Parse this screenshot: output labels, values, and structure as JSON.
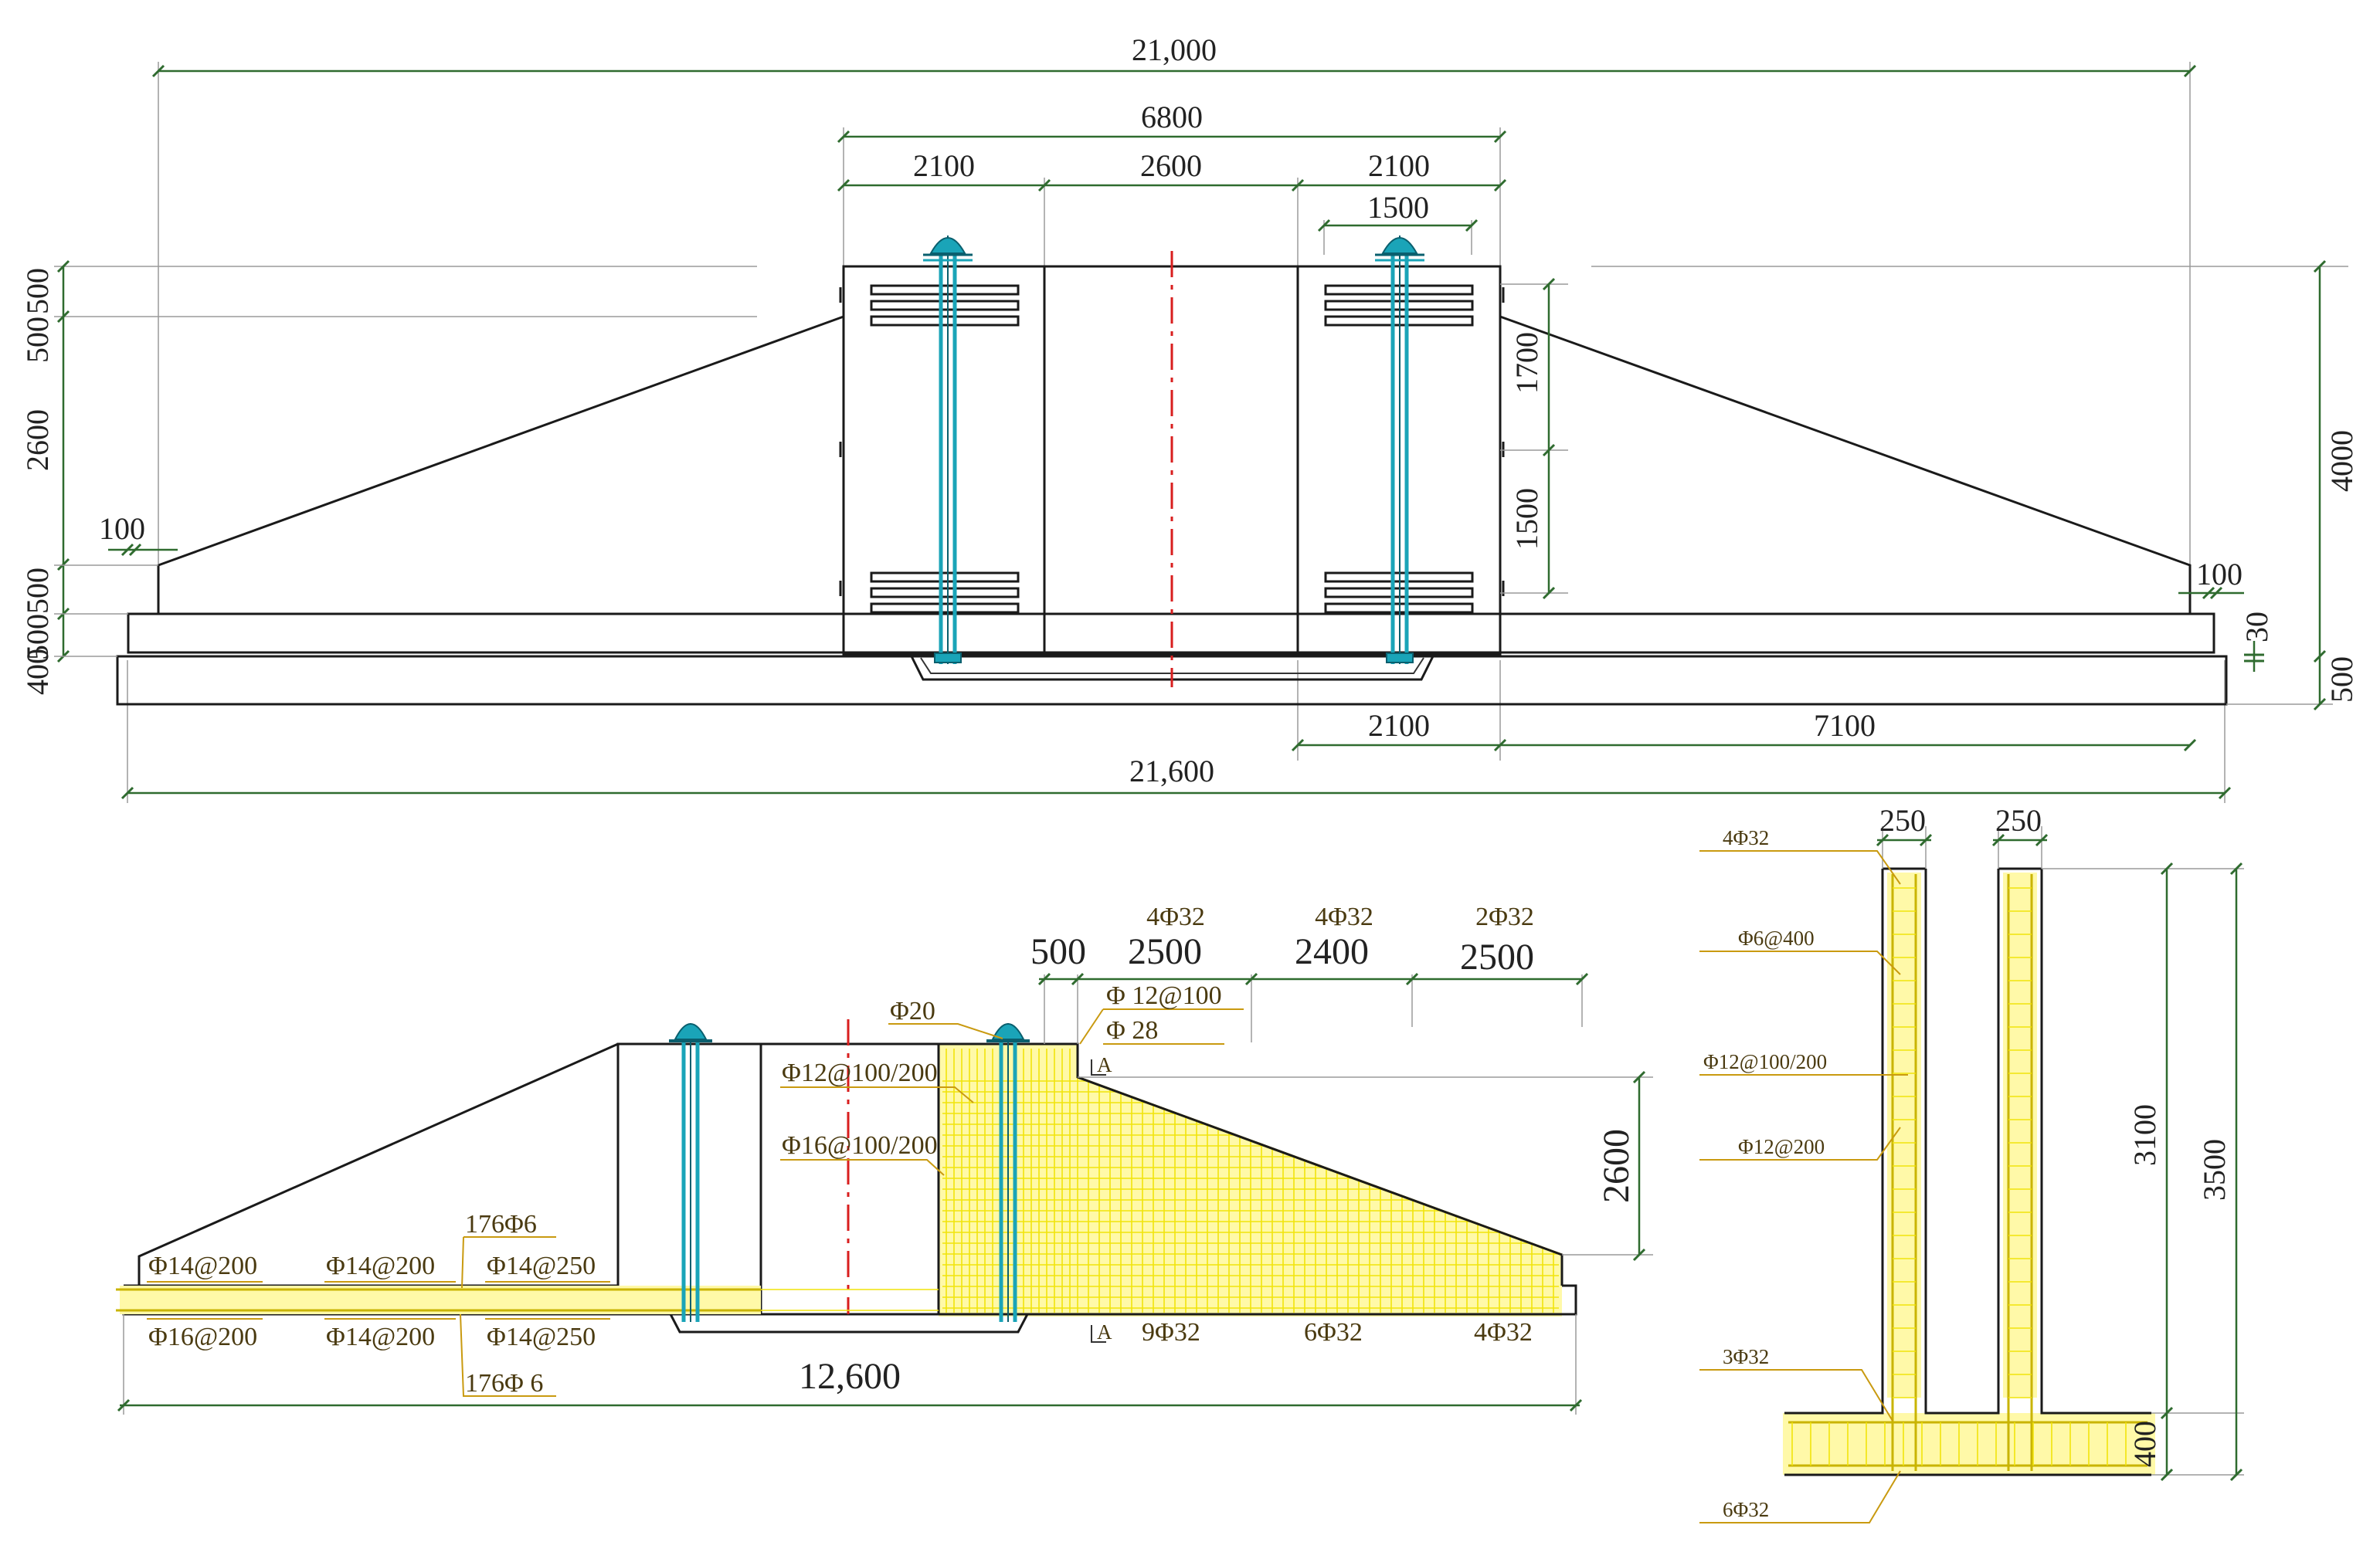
{
  "elevation": {
    "dims": {
      "total_top": "21,000",
      "center_block": "6800",
      "block_left": "2100",
      "block_mid": "2600",
      "block_right": "2100",
      "anchor_span": "1500",
      "left_h_top": "500",
      "left_h_top2": "500",
      "left_h_main": "2600",
      "left_h_500": "500",
      "left_h_500b": "500",
      "left_h_400": "400",
      "right_h_1700": "1700",
      "right_h_1500": "1500",
      "right_h_total": "4000",
      "edge_left": "100",
      "edge_right": "100",
      "right_30": "30",
      "right_500": "500",
      "bottom_2100": "2100",
      "bottom_7100": "7100",
      "total_bottom": "21,600"
    }
  },
  "section": {
    "dims": {
      "total": "12,600",
      "d500": "500",
      "d2500a": "2500",
      "d2400": "2400",
      "d2500b": "2500",
      "h2600": "2600"
    },
    "rebar_labels": {
      "top_4d32_a": "4Φ32",
      "top_4d32_b": "4Φ32",
      "top_2d32": "2Φ32",
      "d20": "Φ20",
      "d12_100": "Φ 12@100",
      "d28": "Φ 28",
      "d12_100_200": "Φ12@100/200",
      "d16_100_200": "Φ16@100/200",
      "d176_6_top": "176Φ6",
      "d14_200_a": "Φ14@200",
      "d14_200_b": "Φ14@200",
      "d14_250_top": "Φ14@250",
      "d16_200": "Φ16@200",
      "d14_200_c": "Φ14@200",
      "d14_250_bottom": "Φ14@250",
      "d176_6_bottom": "176Φ 6",
      "b9d32": "9Φ32",
      "b6d32": "6Φ32",
      "b4d32": "4Φ32",
      "sec_a_top": "A",
      "sec_a_bottom": "A"
    }
  },
  "wall_detail": {
    "dims": {
      "w250_left": "250",
      "w250_right": "250",
      "h3100": "3100",
      "h3500": "3500",
      "h400": "400"
    },
    "rebar_labels": {
      "r4d32": "4Φ32",
      "r6_400": "Φ6@400",
      "r12_100_200": "Φ12@100/200",
      "r12_200": "Φ12@200",
      "r3d32": "3Φ32",
      "r6d32": "6Φ32"
    }
  }
}
